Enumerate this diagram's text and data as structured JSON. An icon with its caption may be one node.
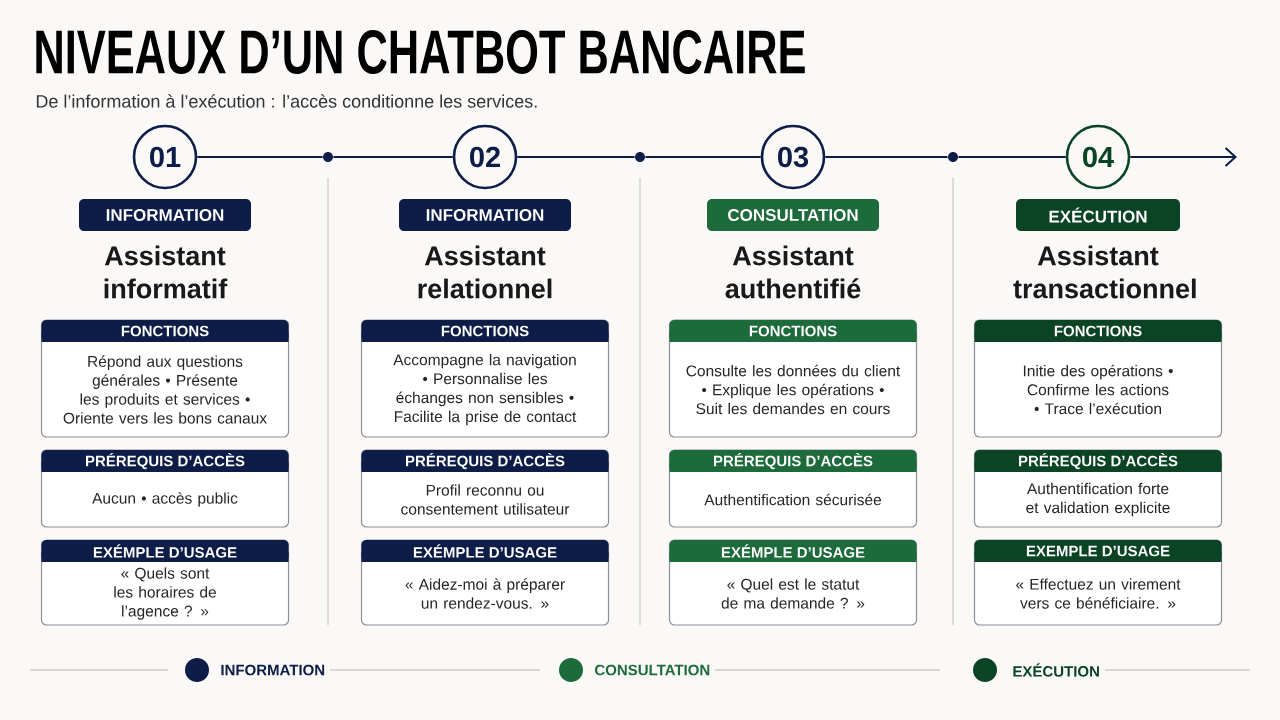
{
  "diagram": {
    "title": "NIVEAUX D’UN CHATBOT BANCAIRE",
    "nodes": [
      {
        "text": [
          "01"
        ]
      },
      {
        "text": [
          "02"
        ]
      },
      {
        "text": [
          "03"
        ]
      },
      {
        "text": [
          "04"
        ]
      },
      {
        "text": [],
        "shape": "circle"
      },
      {
        "text": [],
        "shape": "circle"
      },
      {
        "text": [],
        "shape": "circle"
      },
      {
        "text": [
          "INFORMATION"
        ]
      },
      {
        "text": [
          "FONCTIONS",
          "Répond aux questions générales • Présente les produits et services • Oriente vers les bons canaux"
        ]
      },
      {
        "text": [
          "PRÉREQUIS D’ACCÈS",
          "Aucun • accès public"
        ]
      },
      {
        "text": [
          "EXÉMPLE D’USAGE",
          "« Quels sont les horaires de l’agence ? »"
        ]
      },
      {
        "text": [
          "INFORMATION"
        ]
      },
      {
        "text": [
          "FONCTIONS",
          "Accompagne la navigation • Personnalise les échanges non sensibles • Facilite la prise de contact"
        ]
      },
      {
        "text": [
          "PRÉREQUIS D’ACCÈS",
          "Profil reconnu ou consentement utilisateur"
        ]
      },
      {
        "text": [
          "EXÉMPLE D’USAGE",
          "« Aidez-moi à préparer un rendez-vous. »"
        ]
      },
      {
        "text": [
          "CONSULTATION"
        ]
      },
      {
        "text": [
          "FONCTIONS",
          "Consulte les données du client • Explique les opérations • Suit les demandes en cours"
        ]
      },
      {
        "text": [
          "PRÉREQUIS D’ACCÈS",
          "Authentification sécurisée"
        ]
      },
      {
        "text": [
          "EXÉMPLE D’USAGE",
          "« Quel est le statut de ma demande ? »"
        ]
      },
      {
        "text": [
          "EXÉCUTION"
        ]
      },
      {
        "text": [
          "FONCTIONS",
          "Initie des opérations • Confirme les actions • Trace l’exécution"
        ]
      },
      {
        "text": [
          "PRÉREQUIS D’ACCÈS",
          "Authentification forte et validation explicite"
        ]
      },
      {
        "text": [
          "EXEMPLE D’USAGE",
          "« Effectuez un virement vers ce bénéficiaire. »"
        ]
      }
    ],
    "edges": [
      {
        "from": 0,
        "to": 4,
        "arrow": "none"
      },
      {
        "from": 4,
        "to": 1,
        "arrow": "none"
      },
      {
        "from": 1,
        "to": 5,
        "arrow": "none"
      },
      {
        "from": 5,
        "to": 2,
        "arrow": "none"
      },
      {
        "from": 2,
        "to": 6,
        "arrow": "none"
      },
      {
        "from": 6,
        "to": 3,
        "arrow": "none"
      },
      {
        "from": 3,
        "to": null,
        "arrow": "to"
      }
    ],
    "labels": [
      "De l’information à l’exécution : l’accès conditionne les services.",
      "Assistant informatif",
      "Assistant relationnel",
      "Assistant authentifié",
      "Assistant transactionnel"
    ],
    "legend": [
      {
        "text": "INFORMATION",
        "color": "#0d1d48"
      },
      {
        "text": "CONSULTATION",
        "color": "#1d6a3b"
      },
      {
        "text": "EXÉCUTION",
        "color": "#0b4424"
      }
    ]
  }
}
